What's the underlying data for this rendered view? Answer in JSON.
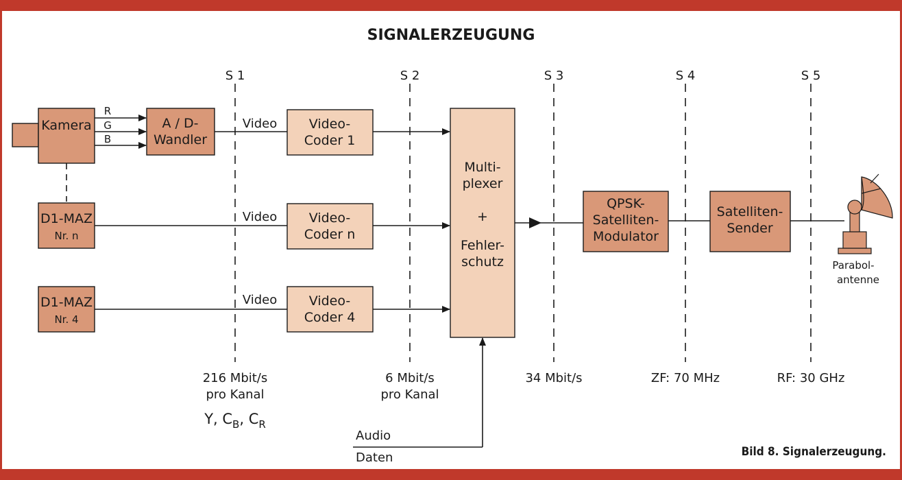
{
  "title": "SIGNALERZEUGUNG",
  "caption": "Bild 8. Signalerzeugung.",
  "colors": {
    "border": "#c0392b",
    "block_dark": "#d99878",
    "block_light": "#f3d2b9",
    "line": "#1a1a1a"
  },
  "stages": [
    {
      "id": "s1",
      "label": "S 1",
      "rate_lines": [
        "216 Mbit/s",
        "pro Kanal"
      ]
    },
    {
      "id": "s2",
      "label": "S 2",
      "rate_lines": [
        "6 Mbit/s",
        "pro Kanal"
      ]
    },
    {
      "id": "s3",
      "label": "S 3",
      "rate_lines": [
        "34 Mbit/s"
      ]
    },
    {
      "id": "s4",
      "label": "S 4",
      "rate_lines": [
        "ZF: 70 MHz"
      ]
    },
    {
      "id": "s5",
      "label": "S 5",
      "rate_lines": [
        "RF: 30 GHz"
      ]
    }
  ],
  "components": {
    "ycbcr": {
      "y": "Y, C",
      "b": "B",
      "sep": ", C",
      "r": "R"
    }
  },
  "blocks": {
    "kamera": [
      "Kamera"
    ],
    "ad_wandler": [
      "A / D-",
      "Wandler"
    ],
    "coder1": [
      "Video-",
      "Coder 1"
    ],
    "mazn": [
      "D1-MAZ",
      "Nr. n"
    ],
    "codern": [
      "Video-",
      "Coder n"
    ],
    "maz4": [
      "D1-MAZ",
      "Nr. 4"
    ],
    "coder4": [
      "Video-",
      "Coder 4"
    ],
    "mux": [
      "Multi-",
      "plexer",
      "+",
      "Fehler-",
      "schutz"
    ],
    "qpsk": [
      "QPSK-",
      "Satelliten-",
      "Modulator"
    ],
    "sender": [
      "Satelliten-",
      "Sender"
    ]
  },
  "labels": {
    "rgb": [
      "R",
      "G",
      "B"
    ],
    "video": "Video",
    "audio": "Audio",
    "daten": "Daten",
    "antenna": [
      "Parabol-",
      "antenne"
    ]
  }
}
